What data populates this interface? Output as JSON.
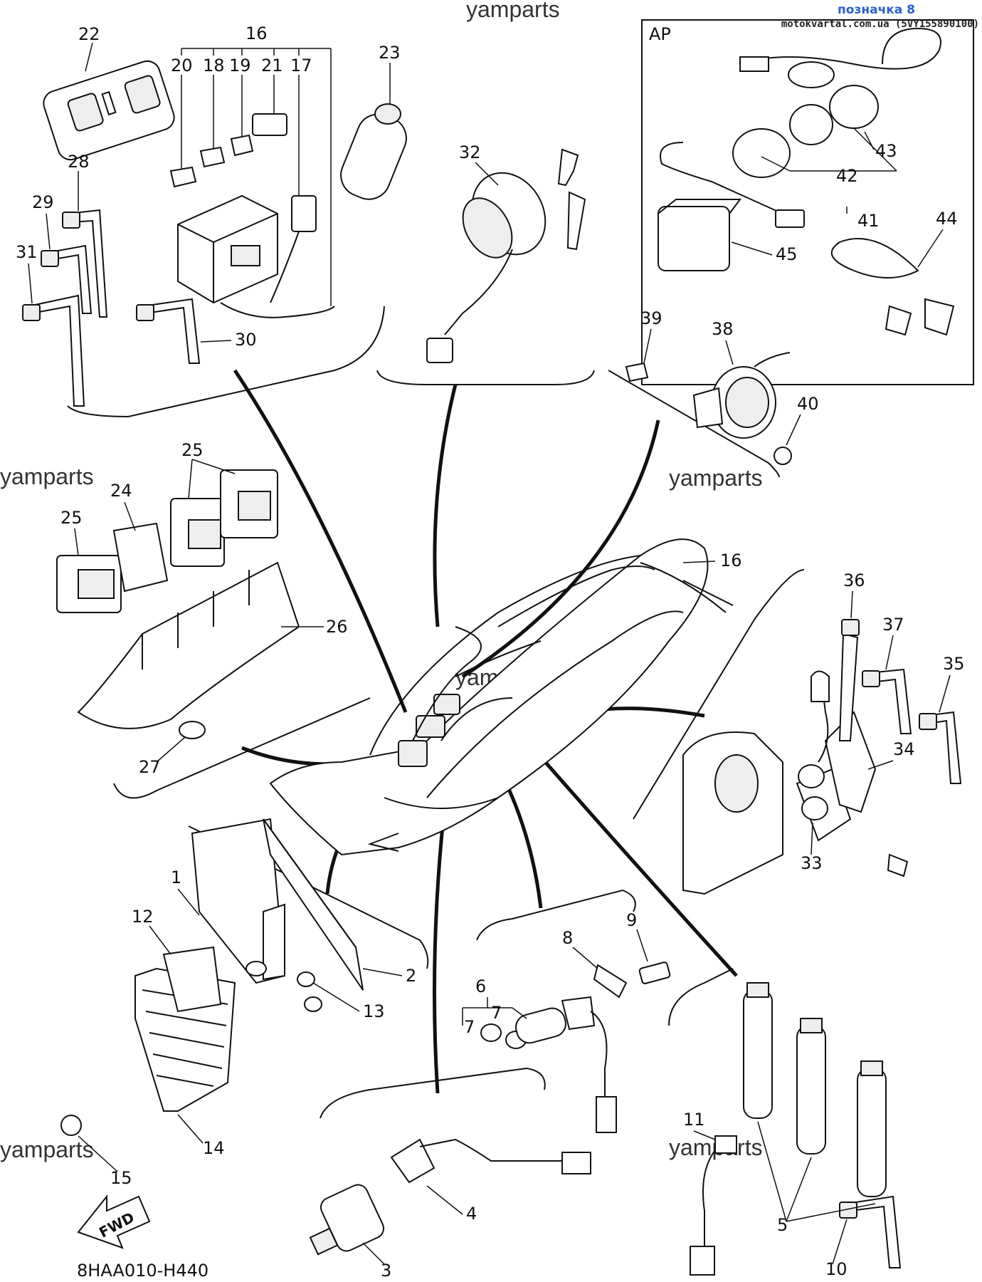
{
  "header": {
    "tag": "позначка 8",
    "site": "motokvartal.com.ua (5VY155890100)"
  },
  "watermark": "yamparts",
  "diagram_code": "8HAA010-H440",
  "fwd_label": "FWD",
  "box_label": "AP",
  "callouts": {
    "c1": "1",
    "c2": "2",
    "c3": "3",
    "c4": "4",
    "c5": "5",
    "c6": "6",
    "c7a": "7",
    "c7b": "7",
    "c8": "8",
    "c9": "9",
    "c10": "10",
    "c11": "11",
    "c12": "12",
    "c13": "13",
    "c14": "14",
    "c15": "15",
    "c16a": "16",
    "c16b": "16",
    "c17": "17",
    "c18": "18",
    "c19": "19",
    "c20": "20",
    "c21": "21",
    "c22": "22",
    "c23": "23",
    "c24": "24",
    "c25a": "25",
    "c25b": "25",
    "c26": "26",
    "c27": "27",
    "c28": "28",
    "c29": "29",
    "c30": "30",
    "c31": "31",
    "c32": "32",
    "c33": "33",
    "c34": "34",
    "c35": "35",
    "c36": "36",
    "c37": "37",
    "c38": "38",
    "c39": "39",
    "c40": "40",
    "c41": "41",
    "c42": "42",
    "c43": "43",
    "c44": "44",
    "c45": "45"
  }
}
